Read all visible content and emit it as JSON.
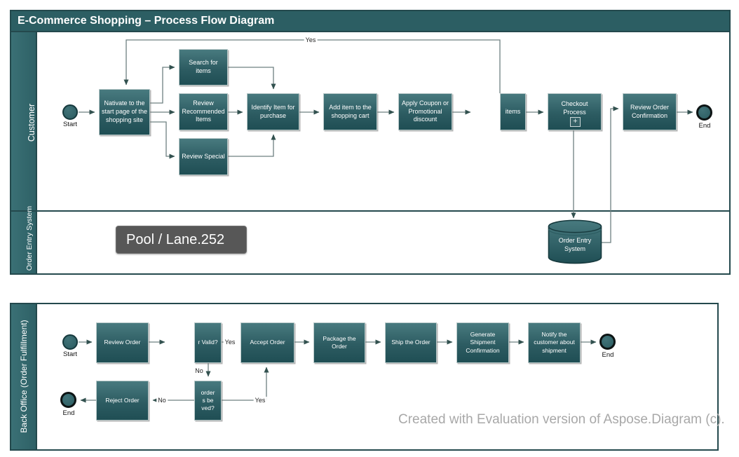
{
  "diagram": {
    "pool1": {
      "title": "E-Commerce Shopping – Process Flow Diagram",
      "lane_customer": "Customer",
      "lane_order_entry": "Order Entry System"
    },
    "pool2": {
      "lane_back_office": "Back Office (Order Fulfillment)"
    },
    "tooltip": "Pool / Lane.252",
    "watermark": "Created with Evaluation version of Aspose.Diagram (c)."
  },
  "nodes": {
    "start_customer": "Start",
    "navigate": "Nativate to the start page of the shopping site",
    "search_items": "Search for items",
    "review_recommended": "Review Recommended Items",
    "review_special": "Review Special",
    "identify_item": "Identify Item for purchase",
    "add_to_cart": "Add item to the shopping cart",
    "apply_coupon": "Apply Coupon or Promotional discount",
    "more_items_clipped": "items",
    "checkout": "Checkout Process",
    "subprocess_marker": "+",
    "review_confirmation": "Review Order Confirmation",
    "end_customer": "End",
    "order_entry_db": "Order Entry System",
    "start_back_office": "Start",
    "review_order": "Review Order",
    "order_valid_clipped": "r Valid?",
    "accept_order": "Accept Order",
    "package_order": "Package the Order",
    "ship_order": "Ship the Order",
    "generate_confirmation": "Generate Shipment Confirmation",
    "notify_customer": "Notify the customer about shipment",
    "end_back_office": "End",
    "resolve_clipped": "order\ns be\nved?",
    "reject_order": "Reject Order",
    "end_reject": "End"
  },
  "edge_labels": {
    "yes_loop": "Yes",
    "yes_valid": "Yes",
    "no_valid": "No",
    "yes_resolved": "Yes",
    "no_resolved": "No"
  }
}
